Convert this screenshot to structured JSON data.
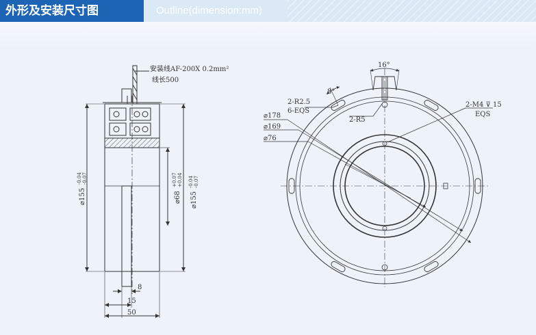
{
  "header": {
    "title_cn": "外形及安装尺寸图",
    "title_en": "Outline(dimension:mm)"
  },
  "side_view": {
    "wire_label": "安装线AF-200X  0.2mm²",
    "wire_length": "线长500",
    "dia_outer_left": "⌀155",
    "tol_outer_left_upper": "-0.04",
    "tol_outer_left_lower": "-0.07",
    "dia_inner": "⌀68",
    "tol_inner_upper": "+0.07",
    "tol_inner_lower": "+0.04",
    "dia_outer_right": "⌀155",
    "tol_outer_right_upper": "-0.04",
    "tol_outer_right_lower": "-0.07",
    "dim_8": "8",
    "dim_15": "15",
    "dim_50": "50"
  },
  "front_view": {
    "angle_16": "16°",
    "angle_8": "8°",
    "slot_label": "2-R2.5",
    "slot_eqs": "6-EQS",
    "radius_r5": "2-R5",
    "thread": "2-M4",
    "thread_depth": "15",
    "thread_eqs": "EQS",
    "d178": "⌀178",
    "d169": "⌀169",
    "d76": "⌀76"
  },
  "colors": {
    "header_blue": "#1d64b4",
    "line": "#333333"
  }
}
